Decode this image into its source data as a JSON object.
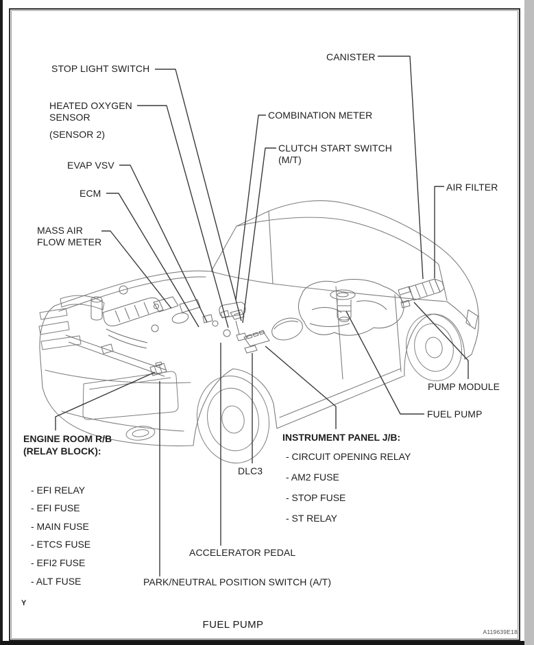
{
  "colors": {
    "car_line": "#7d7d7d",
    "device_line": "#6a6a6a",
    "leader_line": "#3a3a3a",
    "text": "#1d1d1d",
    "frame_border": "#2e2e2e"
  },
  "labels": {
    "stop_light_switch": "STOP LIGHT SWITCH",
    "heated_oxygen_sensor": "HEATED OXYGEN\nSENSOR",
    "heated_oxygen_sensor_sub": "(SENSOR 2)",
    "evap_vsv": "EVAP VSV",
    "ecm": "ECM",
    "mass_air_flow_meter": "MASS AIR\nFLOW METER",
    "canister": "CANISTER",
    "combination_meter": "COMBINATION METER",
    "clutch_start_switch": "CLUTCH START SWITCH\n(M/T)",
    "air_filter": "AIR FILTER",
    "pump_module": "PUMP MODULE",
    "fuel_pump": "FUEL PUMP",
    "dlc3": "DLC3",
    "accelerator_pedal": "ACCELERATOR PEDAL",
    "park_neutral_position_switch": "PARK/NEUTRAL POSITION SWITCH (A/T)"
  },
  "engine_room_rb": {
    "heading": "ENGINE ROOM R/B\n(RELAY BLOCK):",
    "items": [
      "- EFI RELAY",
      "- EFI FUSE",
      "- MAIN FUSE",
      "- ETCS FUSE",
      "- EFI2 FUSE",
      "- ALT FUSE"
    ]
  },
  "instrument_panel_jb": {
    "heading": "INSTRUMENT PANEL J/B:",
    "items": [
      "- CIRCUIT OPENING RELAY",
      "- AM2 FUSE",
      "- STOP FUSE",
      "- ST RELAY"
    ]
  },
  "footer": {
    "page_marker": "Y",
    "title": "FUEL PUMP",
    "doc_code": "A119639E18"
  }
}
